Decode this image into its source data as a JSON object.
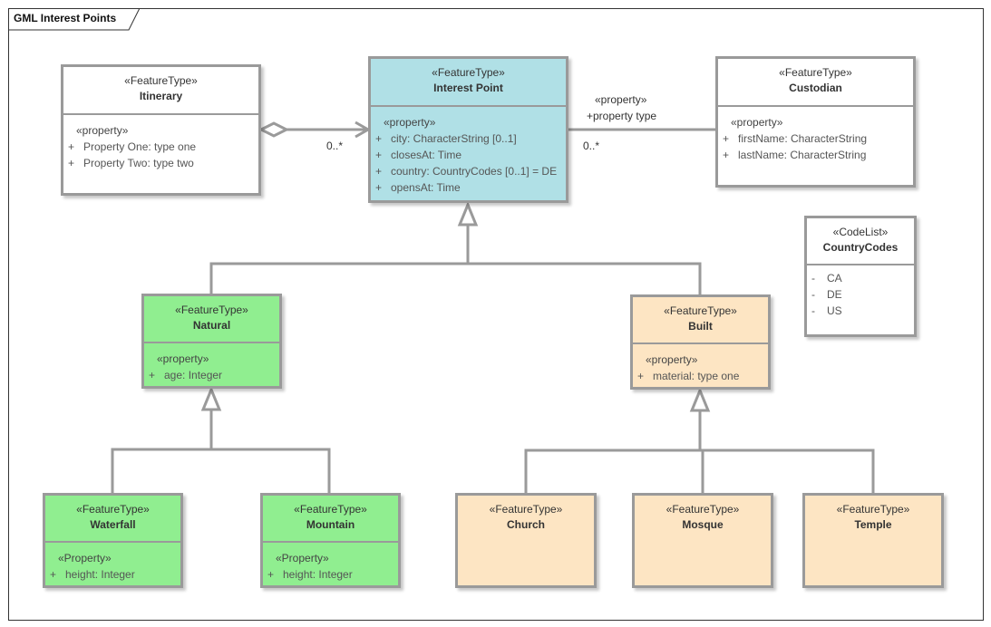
{
  "diagram": {
    "title": "GML Interest Points"
  },
  "classes": {
    "itinerary": {
      "stereotype": "«FeatureType»",
      "name": "Itinerary",
      "section": "«property»",
      "attributes": [
        {
          "vis": "+",
          "text": "Property One: type one"
        },
        {
          "vis": "+",
          "text": "Property Two: type two"
        }
      ]
    },
    "interest_point": {
      "stereotype": "«FeatureType»",
      "name": "Interest Point",
      "section": "«property»",
      "attributes": [
        {
          "vis": "+",
          "text": "city: CharacterString [0..1]"
        },
        {
          "vis": "+",
          "text": "closesAt: Time"
        },
        {
          "vis": "+",
          "text": "country: CountryCodes [0..1] = DE"
        },
        {
          "vis": "+",
          "text": "opensAt: Time"
        }
      ]
    },
    "custodian": {
      "stereotype": "«FeatureType»",
      "name": "Custodian",
      "section": "«property»",
      "attributes": [
        {
          "vis": "+",
          "text": "firstName: CharacterString"
        },
        {
          "vis": "+",
          "text": "lastName: CharacterString"
        }
      ]
    },
    "country_codes": {
      "stereotype": "«CodeList»",
      "name": "CountryCodes",
      "attributes": [
        {
          "vis": "-",
          "text": "CA"
        },
        {
          "vis": "-",
          "text": "DE"
        },
        {
          "vis": "-",
          "text": "US"
        }
      ]
    },
    "natural": {
      "stereotype": "«FeatureType»",
      "name": "Natural",
      "section": "«property»",
      "attributes": [
        {
          "vis": "+",
          "text": "age: Integer"
        }
      ]
    },
    "built": {
      "stereotype": "«FeatureType»",
      "name": "Built",
      "section": "«property»",
      "attributes": [
        {
          "vis": "+",
          "text": "material: type one"
        }
      ]
    },
    "waterfall": {
      "stereotype": "«FeatureType»",
      "name": "Waterfall",
      "section": "«Property»",
      "attributes": [
        {
          "vis": "+",
          "text": "height: Integer"
        }
      ]
    },
    "mountain": {
      "stereotype": "«FeatureType»",
      "name": "Mountain",
      "section": "«Property»",
      "attributes": [
        {
          "vis": "+",
          "text": "height: Integer"
        }
      ]
    },
    "church": {
      "stereotype": "«FeatureType»",
      "name": "Church"
    },
    "mosque": {
      "stereotype": "«FeatureType»",
      "name": "Mosque"
    },
    "temple": {
      "stereotype": "«FeatureType»",
      "name": "Temple"
    }
  },
  "associations": {
    "itinerary_interest": {
      "multiplicity": "0..*"
    },
    "interest_custodian": {
      "stereotype": "«property»",
      "role": "+property type",
      "multiplicity": "0..*"
    }
  },
  "colors": {
    "interest_point": "#b0e0e6",
    "natural_family": "#90ee90",
    "built_family": "#fde5c3",
    "border": "#9a9a9a"
  }
}
